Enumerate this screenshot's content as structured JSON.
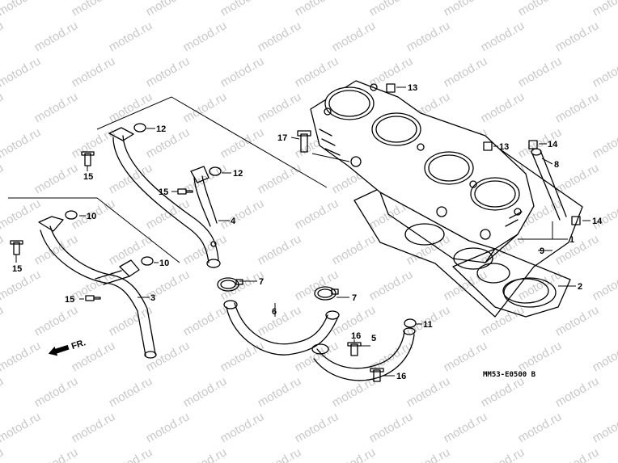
{
  "diagram": {
    "watermark": "motod.ru",
    "diagram_code": "MM53-E0500 B",
    "front_label": "FR.",
    "callouts": [
      {
        "id": "c1",
        "text": "1"
      },
      {
        "id": "c2",
        "text": "2"
      },
      {
        "id": "c3",
        "text": "3"
      },
      {
        "id": "c4",
        "text": "4"
      },
      {
        "id": "c5",
        "text": "5"
      },
      {
        "id": "c6",
        "text": "6"
      },
      {
        "id": "c7a",
        "text": "7"
      },
      {
        "id": "c7b",
        "text": "7"
      },
      {
        "id": "c8",
        "text": "8"
      },
      {
        "id": "c9",
        "text": "9"
      },
      {
        "id": "c10a",
        "text": "10"
      },
      {
        "id": "c10b",
        "text": "10"
      },
      {
        "id": "c11",
        "text": "11"
      },
      {
        "id": "c12a",
        "text": "12"
      },
      {
        "id": "c12b",
        "text": "12"
      },
      {
        "id": "c13a",
        "text": "13"
      },
      {
        "id": "c13b",
        "text": "13"
      },
      {
        "id": "c14a",
        "text": "14"
      },
      {
        "id": "c14b",
        "text": "14"
      },
      {
        "id": "c15a",
        "text": "15"
      },
      {
        "id": "c15b",
        "text": "15"
      },
      {
        "id": "c15c",
        "text": "15"
      },
      {
        "id": "c15d",
        "text": "15"
      },
      {
        "id": "c16a",
        "text": "16"
      },
      {
        "id": "c16b",
        "text": "16"
      },
      {
        "id": "c17",
        "text": "17"
      }
    ]
  }
}
